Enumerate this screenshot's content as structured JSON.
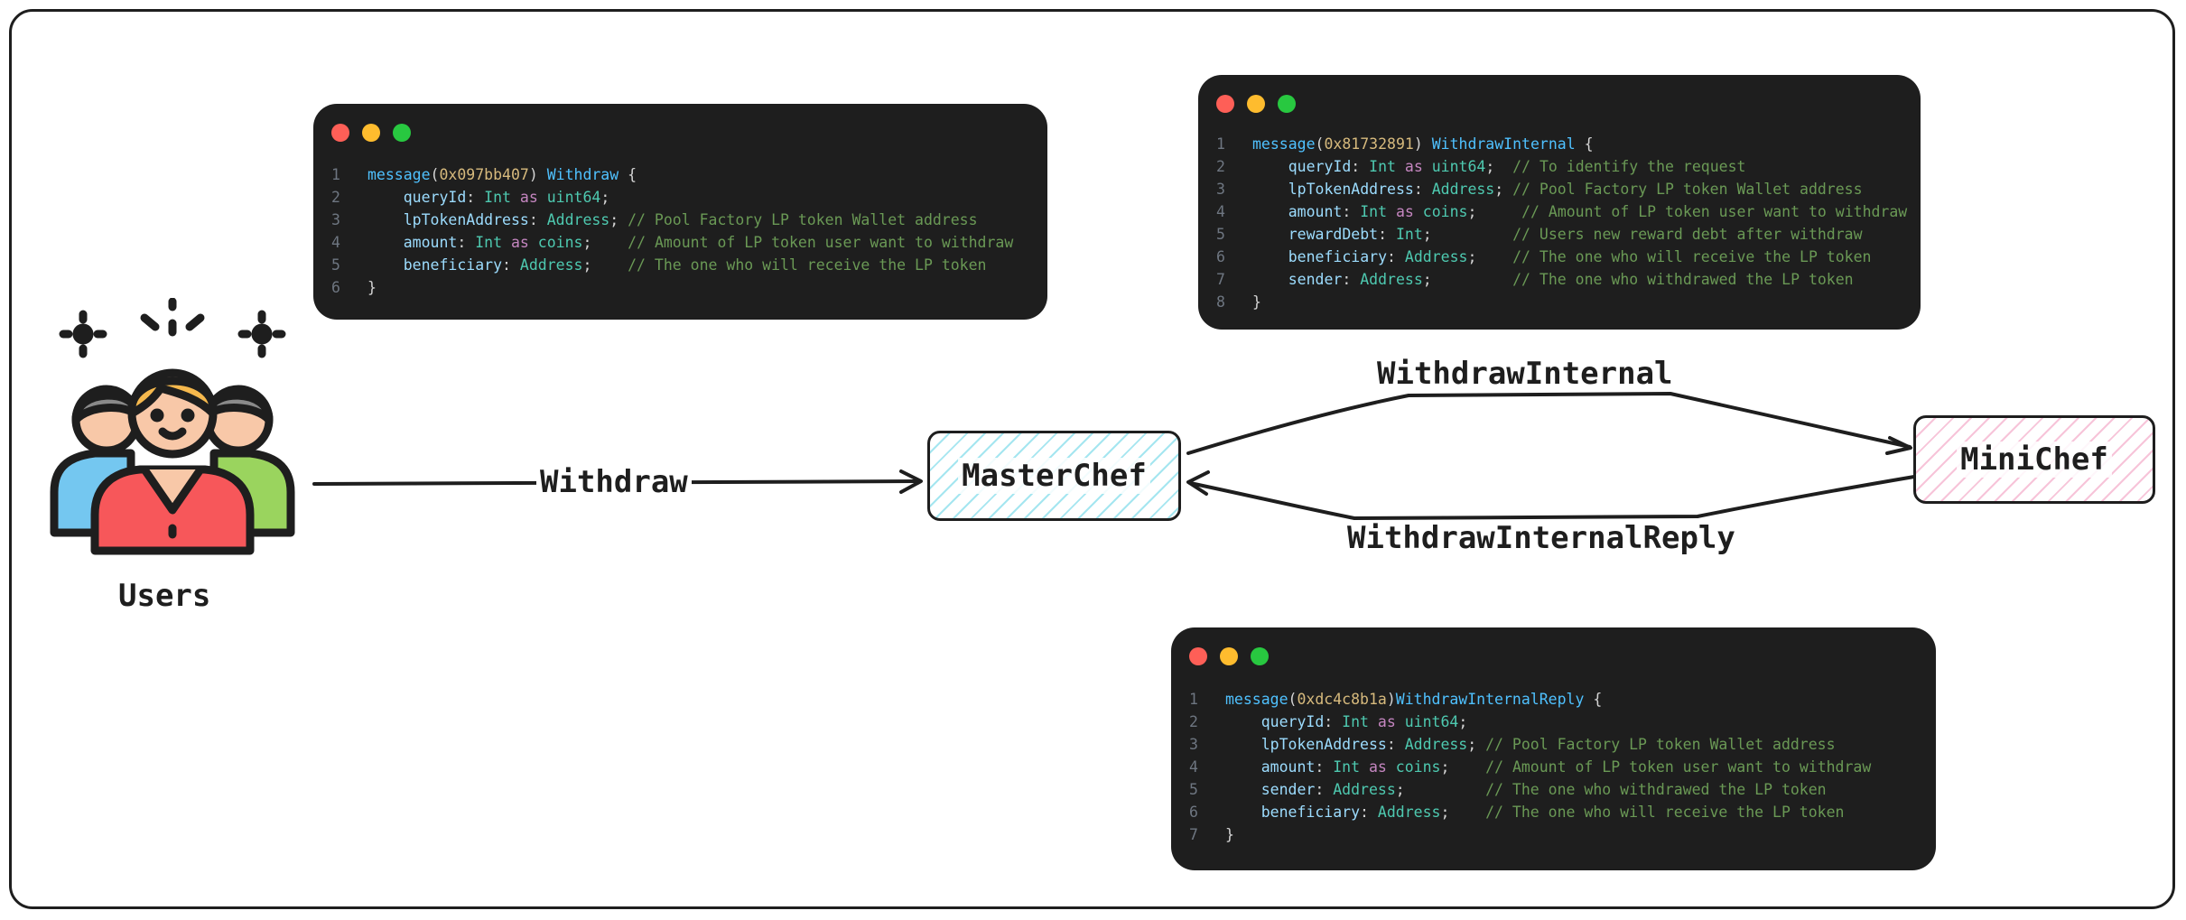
{
  "nodes": {
    "users": "Users",
    "masterchef": "MasterChef",
    "minichef": "MiniChef"
  },
  "edges": {
    "withdraw": "Withdraw",
    "withdraw_internal": "WithdrawInternal",
    "withdraw_internal_reply": "WithdrawInternalReply"
  },
  "colors": {
    "masterchef_fill": "#a5e6f0",
    "minichef_fill": "#f7c4d9",
    "code_bg": "#1e1e1e"
  },
  "code_windows": {
    "withdraw": {
      "lines": [
        {
          "num": "1",
          "parts": [
            [
              "kw",
              "message"
            ],
            [
              "p",
              "("
            ],
            [
              "hex",
              "0x097bb407"
            ],
            [
              "p",
              ") "
            ],
            [
              "kw",
              "Withdraw"
            ],
            [
              "p",
              " {"
            ]
          ]
        },
        {
          "num": "2",
          "parts": [
            [
              "p",
              "    "
            ],
            [
              "id",
              "queryId"
            ],
            [
              "p",
              ": "
            ],
            [
              "ty",
              "Int"
            ],
            [
              "p",
              " "
            ],
            [
              "as",
              "as"
            ],
            [
              "p",
              " "
            ],
            [
              "ty",
              "uint64"
            ],
            [
              "p",
              ";"
            ]
          ]
        },
        {
          "num": "3",
          "parts": [
            [
              "p",
              "    "
            ],
            [
              "id",
              "lpTokenAddress"
            ],
            [
              "p",
              ": "
            ],
            [
              "ty",
              "Address"
            ],
            [
              "p",
              "; "
            ],
            [
              "cm",
              "// Pool Factory LP token Wallet address"
            ]
          ]
        },
        {
          "num": "4",
          "parts": [
            [
              "p",
              "    "
            ],
            [
              "id",
              "amount"
            ],
            [
              "p",
              ": "
            ],
            [
              "ty",
              "Int"
            ],
            [
              "p",
              " "
            ],
            [
              "as",
              "as"
            ],
            [
              "p",
              " "
            ],
            [
              "ty",
              "coins"
            ],
            [
              "p",
              ";    "
            ],
            [
              "cm",
              "// Amount of LP token user want to withdraw"
            ]
          ]
        },
        {
          "num": "5",
          "parts": [
            [
              "p",
              "    "
            ],
            [
              "id",
              "beneficiary"
            ],
            [
              "p",
              ": "
            ],
            [
              "ty",
              "Address"
            ],
            [
              "p",
              ";    "
            ],
            [
              "cm",
              "// The one who will receive the LP token"
            ]
          ]
        },
        {
          "num": "6",
          "parts": [
            [
              "p",
              "}"
            ]
          ]
        }
      ]
    },
    "withdraw_internal": {
      "lines": [
        {
          "num": "1",
          "parts": [
            [
              "kw",
              "message"
            ],
            [
              "p",
              "("
            ],
            [
              "hex",
              "0x81732891"
            ],
            [
              "p",
              ") "
            ],
            [
              "kw",
              "WithdrawInternal"
            ],
            [
              "p",
              " {"
            ]
          ]
        },
        {
          "num": "2",
          "parts": [
            [
              "p",
              "    "
            ],
            [
              "id",
              "queryId"
            ],
            [
              "p",
              ": "
            ],
            [
              "ty",
              "Int"
            ],
            [
              "p",
              " "
            ],
            [
              "as",
              "as"
            ],
            [
              "p",
              " "
            ],
            [
              "ty",
              "uint64"
            ],
            [
              "p",
              ";  "
            ],
            [
              "cm",
              "// To identify the request"
            ]
          ]
        },
        {
          "num": "3",
          "parts": [
            [
              "p",
              "    "
            ],
            [
              "id",
              "lpTokenAddress"
            ],
            [
              "p",
              ": "
            ],
            [
              "ty",
              "Address"
            ],
            [
              "p",
              "; "
            ],
            [
              "cm",
              "// Pool Factory LP token Wallet address"
            ]
          ]
        },
        {
          "num": "4",
          "parts": [
            [
              "p",
              "    "
            ],
            [
              "id",
              "amount"
            ],
            [
              "p",
              ": "
            ],
            [
              "ty",
              "Int"
            ],
            [
              "p",
              " "
            ],
            [
              "as",
              "as"
            ],
            [
              "p",
              " "
            ],
            [
              "ty",
              "coins"
            ],
            [
              "p",
              ";     "
            ],
            [
              "cm",
              "// Amount of LP token user want to withdraw"
            ]
          ]
        },
        {
          "num": "5",
          "parts": [
            [
              "p",
              "    "
            ],
            [
              "id",
              "rewardDebt"
            ],
            [
              "p",
              ": "
            ],
            [
              "ty",
              "Int"
            ],
            [
              "p",
              ";         "
            ],
            [
              "cm",
              "// Users new reward debt after withdraw"
            ]
          ]
        },
        {
          "num": "6",
          "parts": [
            [
              "p",
              "    "
            ],
            [
              "id",
              "beneficiary"
            ],
            [
              "p",
              ": "
            ],
            [
              "ty",
              "Address"
            ],
            [
              "p",
              ";    "
            ],
            [
              "cm",
              "// The one who will receive the LP token"
            ]
          ]
        },
        {
          "num": "7",
          "parts": [
            [
              "p",
              "    "
            ],
            [
              "id",
              "sender"
            ],
            [
              "p",
              ": "
            ],
            [
              "ty",
              "Address"
            ],
            [
              "p",
              ";         "
            ],
            [
              "cm",
              "// The one who withdrawed the LP token"
            ]
          ]
        },
        {
          "num": "8",
          "parts": [
            [
              "p",
              "}"
            ]
          ]
        }
      ]
    },
    "withdraw_internal_reply": {
      "lines": [
        {
          "num": "1",
          "parts": [
            [
              "kw",
              "message"
            ],
            [
              "p",
              "("
            ],
            [
              "hex",
              "0xdc4c8b1a"
            ],
            [
              "p",
              ")"
            ],
            [
              "kw",
              "WithdrawInternalReply"
            ],
            [
              "p",
              " {"
            ]
          ]
        },
        {
          "num": "2",
          "parts": [
            [
              "p",
              "    "
            ],
            [
              "id",
              "queryId"
            ],
            [
              "p",
              ": "
            ],
            [
              "ty",
              "Int"
            ],
            [
              "p",
              " "
            ],
            [
              "as",
              "as"
            ],
            [
              "p",
              " "
            ],
            [
              "ty",
              "uint64"
            ],
            [
              "p",
              ";"
            ]
          ]
        },
        {
          "num": "3",
          "parts": [
            [
              "p",
              "    "
            ],
            [
              "id",
              "lpTokenAddress"
            ],
            [
              "p",
              ": "
            ],
            [
              "ty",
              "Address"
            ],
            [
              "p",
              "; "
            ],
            [
              "cm",
              "// Pool Factory LP token Wallet address"
            ]
          ]
        },
        {
          "num": "4",
          "parts": [
            [
              "p",
              "    "
            ],
            [
              "id",
              "amount"
            ],
            [
              "p",
              ": "
            ],
            [
              "ty",
              "Int"
            ],
            [
              "p",
              " "
            ],
            [
              "as",
              "as"
            ],
            [
              "p",
              " "
            ],
            [
              "ty",
              "coins"
            ],
            [
              "p",
              ";    "
            ],
            [
              "cm",
              "// Amount of LP token user want to withdraw"
            ]
          ]
        },
        {
          "num": "5",
          "parts": [
            [
              "p",
              "    "
            ],
            [
              "id",
              "sender"
            ],
            [
              "p",
              ": "
            ],
            [
              "ty",
              "Address"
            ],
            [
              "p",
              ";         "
            ],
            [
              "cm",
              "// The one who withdrawed the LP token"
            ]
          ]
        },
        {
          "num": "6",
          "parts": [
            [
              "p",
              "    "
            ],
            [
              "id",
              "beneficiary"
            ],
            [
              "p",
              ": "
            ],
            [
              "ty",
              "Address"
            ],
            [
              "p",
              ";    "
            ],
            [
              "cm",
              "// The one who will receive the LP token"
            ]
          ]
        },
        {
          "num": "7",
          "parts": [
            [
              "p",
              "}"
            ]
          ]
        }
      ]
    }
  }
}
